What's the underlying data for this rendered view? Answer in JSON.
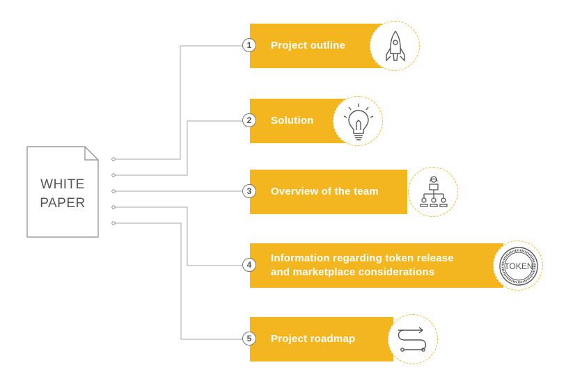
{
  "document": {
    "line1": "WHITE",
    "line2": "PAPER"
  },
  "items": [
    {
      "number": "1",
      "label": "Project outline",
      "icon": "rocket-icon"
    },
    {
      "number": "2",
      "label": "Solution",
      "icon": "lightbulb-icon"
    },
    {
      "number": "3",
      "label": "Overview of the team",
      "icon": "team-hierarchy-icon"
    },
    {
      "number": "4",
      "label_line1": "Information regarding token release",
      "label_line2": "and marketplace considerations",
      "icon": "token-coin-icon",
      "icon_text": "TOKEN"
    },
    {
      "number": "5",
      "label": "Project roadmap",
      "icon": "roadmap-path-icon"
    }
  ],
  "colors": {
    "accent": "#f3b61f",
    "line": "#9e9e9e",
    "text": "#555555",
    "label": "#ffffff"
  }
}
